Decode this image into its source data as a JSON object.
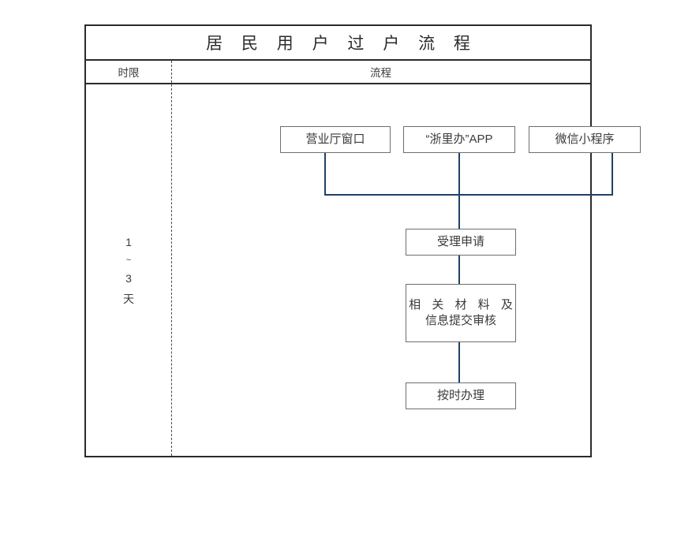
{
  "document": {
    "title": "居 民 用 户 过 户 流 程",
    "columns": {
      "duration_header": "时限",
      "process_header": "流程"
    }
  },
  "duration": {
    "lines": [
      "1",
      "~",
      "3",
      "天"
    ]
  },
  "flow": {
    "sources": [
      {
        "id": "hall",
        "label": "营业厅窗口"
      },
      {
        "id": "app",
        "label": "“浙里办”APP"
      },
      {
        "id": "wechat",
        "label": "微信小程序"
      }
    ],
    "steps": [
      {
        "id": "accept",
        "label": "受理申请"
      },
      {
        "id": "submit",
        "line1": "相 关 材 料 及",
        "line2": "信息提交审核"
      },
      {
        "id": "handle",
        "label": "按时办理"
      }
    ]
  },
  "colors": {
    "page_background": "#ffffff",
    "table_border": "#2b2b2b",
    "node_border": "#6e6e6e",
    "connector": "#1f4266",
    "text": "#3a3a3a",
    "divider_dashed": "#4a4a4a"
  }
}
